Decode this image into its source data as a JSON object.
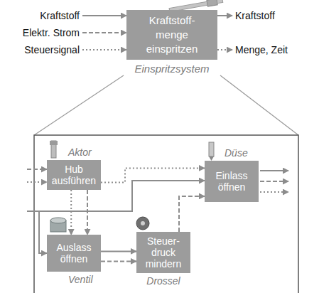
{
  "diagram": {
    "nodes": [
      {
        "text": [
          "Kraftstoff- menge einspritzen",
          "Einspritzsystem"
        ]
      },
      {
        "text": [
          "Aktor",
          "Hub ausführen"
        ]
      },
      {
        "text": [
          "Düse",
          "Einlass öffnen"
        ]
      },
      {
        "text": [
          "Auslass öffnen",
          "Ventil"
        ]
      },
      {
        "text": [
          "Steuer- druck mindern",
          "Drossel"
        ]
      }
    ],
    "edges": [
      {
        "from": 1,
        "to": 3,
        "arrow": "to"
      },
      {
        "from": 1,
        "to": 3,
        "arrow": "to"
      },
      {
        "from": 1,
        "to": 2,
        "arrow": "to"
      },
      {
        "from": 3,
        "to": 4,
        "arrow": "to"
      },
      {
        "from": 3,
        "to": 4,
        "arrow": "to"
      },
      {
        "from": 4,
        "to": 2,
        "arrow": "to"
      }
    ],
    "labels": [
      "Kraftstoff",
      "Elektr. Strom",
      "Steuersignal",
      "Kraftstoff",
      "Menge, Zeit"
    ]
  }
}
